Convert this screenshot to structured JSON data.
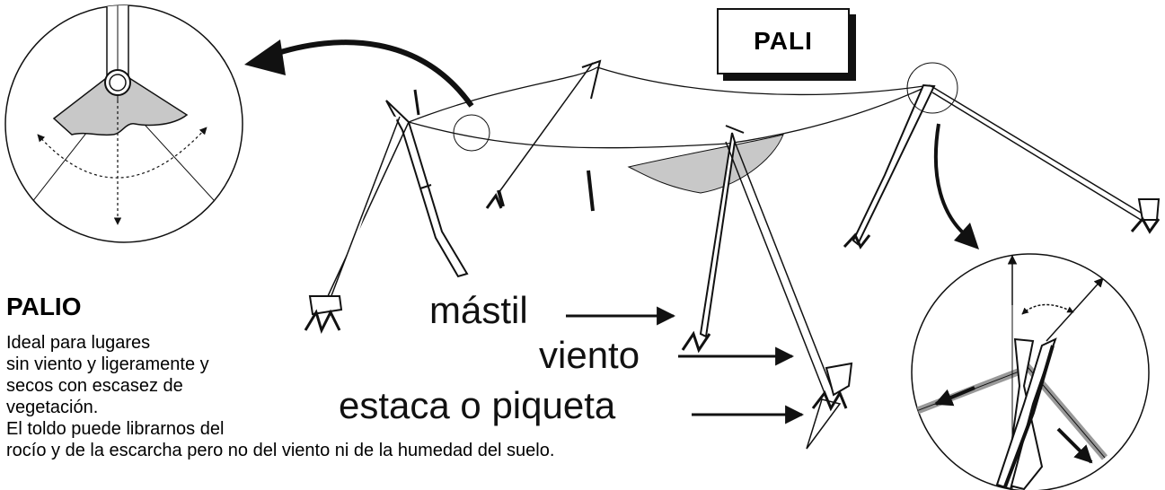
{
  "title_box": {
    "text": "PALI"
  },
  "description": {
    "heading": "PALIO",
    "lines": [
      "Ideal para lugares",
      "sin viento y ligeramente y",
      "secos con escasez de",
      "vegetación.",
      "El toldo puede librarnos del",
      "rocío y de la escarcha pero no del viento ni de la humedad del suelo."
    ]
  },
  "labels": {
    "mastil": "mástil",
    "viento": "viento",
    "estaca": "estaca o piqueta"
  },
  "colors": {
    "ink": "#111111",
    "canvas_fill": "#c8c8c8",
    "background": "#ffffff"
  },
  "icons": [
    "arrow-icon",
    "stake-icon",
    "grass-tuft-icon",
    "detail-magnifier-circle"
  ]
}
